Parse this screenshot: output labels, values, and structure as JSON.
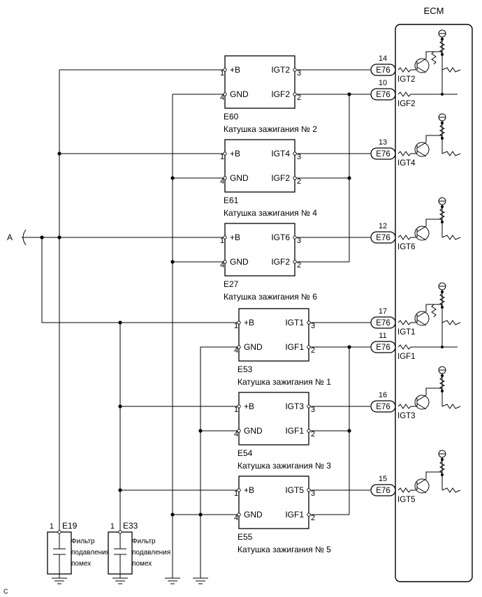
{
  "ecm": {
    "label": "ECM"
  },
  "input": {
    "label": "A"
  },
  "footer": {
    "letter": "C"
  },
  "coils": [
    {
      "id": "E60",
      "name": "Катушка зажигания № 2",
      "plus": "+B",
      "gnd": "GND",
      "igt": "IGT2",
      "igf": "IGF2",
      "pin_plus": "1",
      "pin_gnd": "4",
      "pin_igt": "3",
      "pin_igf": "2"
    },
    {
      "id": "E61",
      "name": "Катушка зажигания № 4",
      "plus": "+B",
      "gnd": "GND",
      "igt": "IGT4",
      "igf": "IGF2",
      "pin_plus": "1",
      "pin_gnd": "4",
      "pin_igt": "3",
      "pin_igf": "2"
    },
    {
      "id": "E27",
      "name": "Катушка зажигания № 6",
      "plus": "+B",
      "gnd": "GND",
      "igt": "IGT6",
      "igf": "IGF2",
      "pin_plus": "1",
      "pin_gnd": "4",
      "pin_igt": "3",
      "pin_igf": "2"
    },
    {
      "id": "E53",
      "name": "Катушка зажигания № 1",
      "plus": "+B",
      "gnd": "GND",
      "igt": "IGT1",
      "igf": "IGF1",
      "pin_plus": "1",
      "pin_gnd": "4",
      "pin_igt": "3",
      "pin_igf": "2"
    },
    {
      "id": "E54",
      "name": "Катушка зажигания № 3",
      "plus": "+B",
      "gnd": "GND",
      "igt": "IGT3",
      "igf": "IGF1",
      "pin_plus": "1",
      "pin_gnd": "4",
      "pin_igt": "3",
      "pin_igf": "2"
    },
    {
      "id": "E55",
      "name": "Катушка зажигания № 5",
      "plus": "+B",
      "gnd": "GND",
      "igt": "IGT5",
      "igf": "IGF1",
      "pin_plus": "1",
      "pin_gnd": "4",
      "pin_igt": "3",
      "pin_igf": "2"
    }
  ],
  "ecm_connectors": [
    {
      "connector": "E76",
      "pin": "14",
      "signal": "IGT2"
    },
    {
      "connector": "E76",
      "pin": "10",
      "signal": "IGF2"
    },
    {
      "connector": "E76",
      "pin": "13",
      "signal": "IGT4"
    },
    {
      "connector": "E76",
      "pin": "12",
      "signal": "IGT6"
    },
    {
      "connector": "E76",
      "pin": "17",
      "signal": "IGT1"
    },
    {
      "connector": "E76",
      "pin": "11",
      "signal": "IGF1"
    },
    {
      "connector": "E76",
      "pin": "16",
      "signal": "IGT3"
    },
    {
      "connector": "E76",
      "pin": "15",
      "signal": "IGT5"
    }
  ],
  "filters": [
    {
      "id": "E19",
      "pin": "1",
      "lines": [
        "Фильтр",
        "подавления",
        "помех"
      ]
    },
    {
      "id": "E33",
      "pin": "1",
      "lines": [
        "Фильтр",
        "подавления",
        "помех"
      ]
    }
  ]
}
